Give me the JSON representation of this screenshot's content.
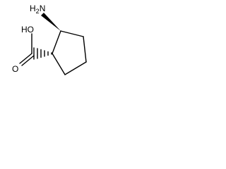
{
  "molecule": {
    "amine_label": {
      "element": "H",
      "subscript": "2",
      "tail": "N"
    },
    "acid_label": "HO",
    "carbonyl_label": "O"
  },
  "colors": {
    "ink": "#000000",
    "background": "#ffffff"
  }
}
